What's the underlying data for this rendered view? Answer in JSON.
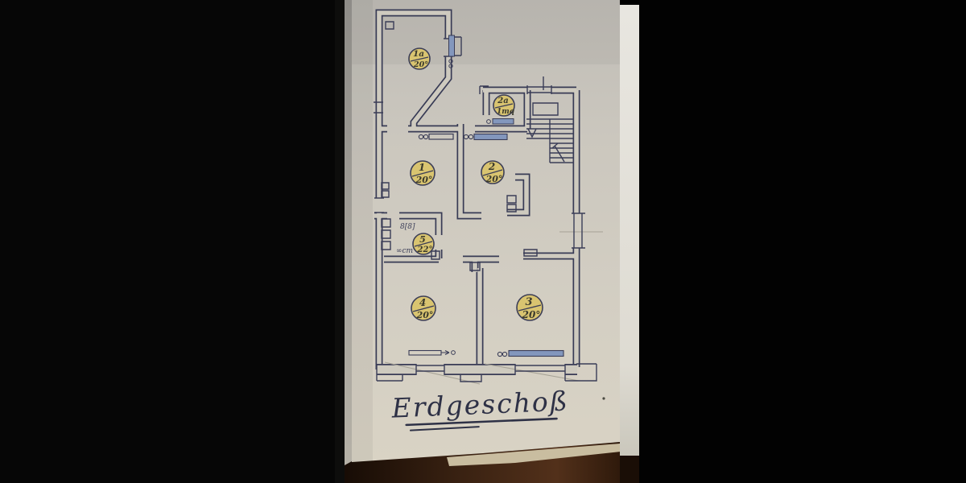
{
  "title": {
    "text": "Erdgeschoß"
  },
  "rooms": [
    {
      "id": "1a",
      "value": "20°"
    },
    {
      "id": "2a",
      "value": "1mq"
    },
    {
      "id": "1",
      "value": "20°"
    },
    {
      "id": "2",
      "value": "20°"
    },
    {
      "id": "5",
      "value": "22°"
    },
    {
      "id": "4",
      "value": "20°"
    },
    {
      "id": "3",
      "value": "20°"
    }
  ],
  "annotations": {
    "fixture": "8[8]",
    "width_note": "∞cm"
  },
  "colors": {
    "ink": "#383b55",
    "paper": "#cfcbc1",
    "label_highlight": "#d9c470",
    "radiator_blue": "#8397bd"
  }
}
